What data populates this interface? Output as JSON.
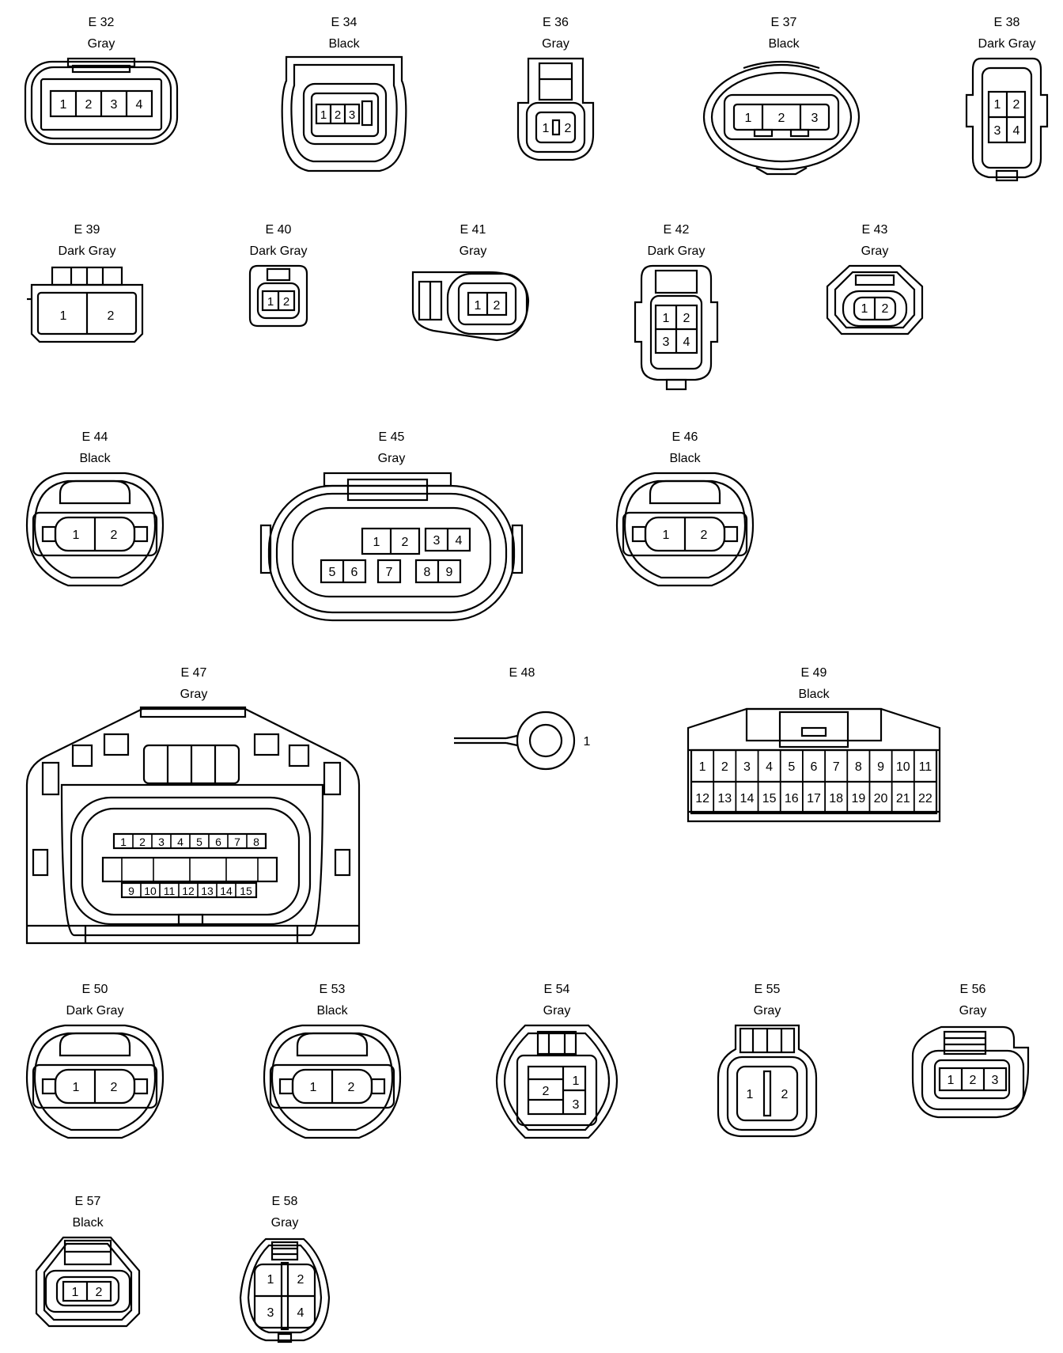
{
  "colors": {
    "stroke": "#000000",
    "background": "#ffffff"
  },
  "connectors": [
    {
      "id": "E 32",
      "color": "Gray",
      "pins": [
        "1",
        "2",
        "3",
        "4"
      ]
    },
    {
      "id": "E 34",
      "color": "Black",
      "pins": [
        "1",
        "2",
        "3"
      ]
    },
    {
      "id": "E 36",
      "color": "Gray",
      "pins": [
        "1",
        "2"
      ]
    },
    {
      "id": "E 37",
      "color": "Black",
      "pins": [
        "1",
        "2",
        "3"
      ]
    },
    {
      "id": "E 38",
      "color": "Dark Gray",
      "pins": [
        "1",
        "2",
        "3",
        "4"
      ]
    },
    {
      "id": "E 39",
      "color": "Dark Gray",
      "pins": [
        "1",
        "2"
      ]
    },
    {
      "id": "E 40",
      "color": "Dark Gray",
      "pins": [
        "1",
        "2"
      ]
    },
    {
      "id": "E 41",
      "color": "Gray",
      "pins": [
        "1",
        "2"
      ]
    },
    {
      "id": "E 42",
      "color": "Dark Gray",
      "pins": [
        "1",
        "2",
        "3",
        "4"
      ]
    },
    {
      "id": "E 43",
      "color": "Gray",
      "pins": [
        "1",
        "2"
      ]
    },
    {
      "id": "E 44",
      "color": "Black",
      "pins": [
        "1",
        "2"
      ]
    },
    {
      "id": "E 45",
      "color": "Gray",
      "pins": [
        "1",
        "2",
        "3",
        "4",
        "5",
        "6",
        "7",
        "8",
        "9"
      ]
    },
    {
      "id": "E 46",
      "color": "Black",
      "pins": [
        "1",
        "2"
      ]
    },
    {
      "id": "E 47",
      "color": "Gray",
      "pins": [
        "1",
        "2",
        "3",
        "4",
        "5",
        "6",
        "7",
        "8",
        "9",
        "10",
        "11",
        "12",
        "13",
        "14",
        "15"
      ]
    },
    {
      "id": "E 48",
      "color": "",
      "pins": [
        "1"
      ]
    },
    {
      "id": "E 49",
      "color": "Black",
      "pins": [
        "1",
        "2",
        "3",
        "4",
        "5",
        "6",
        "7",
        "8",
        "9",
        "10",
        "11",
        "12",
        "13",
        "14",
        "15",
        "16",
        "17",
        "18",
        "19",
        "20",
        "21",
        "22"
      ]
    },
    {
      "id": "E 50",
      "color": "Dark Gray",
      "pins": [
        "1",
        "2"
      ]
    },
    {
      "id": "E 53",
      "color": "Black",
      "pins": [
        "1",
        "2"
      ]
    },
    {
      "id": "E 54",
      "color": "Gray",
      "pins": [
        "1",
        "2",
        "3"
      ]
    },
    {
      "id": "E 55",
      "color": "Gray",
      "pins": [
        "1",
        "2"
      ]
    },
    {
      "id": "E 56",
      "color": "Gray",
      "pins": [
        "1",
        "2",
        "3"
      ]
    },
    {
      "id": "E 57",
      "color": "Black",
      "pins": [
        "1",
        "2"
      ]
    },
    {
      "id": "E 58",
      "color": "Gray",
      "pins": [
        "1",
        "2",
        "3",
        "4"
      ]
    }
  ]
}
